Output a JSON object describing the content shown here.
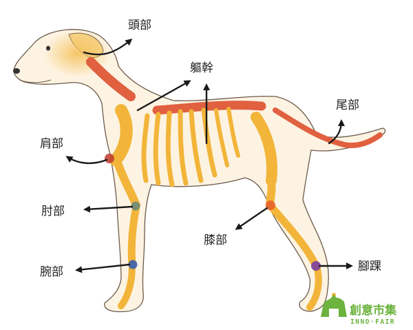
{
  "labels": {
    "head": "頭部",
    "trunk": "軀幹",
    "tail": "尾部",
    "shoulder": "肩部",
    "elbow": "肘部",
    "knee": "膝部",
    "wrist": "腕部",
    "ankle": "腳踝"
  },
  "logo": {
    "title": "創意市集",
    "subtitle": "INNO·FAIR"
  },
  "colors": {
    "body_fill": "#fdf3e2",
    "outline": "#6b5a4a",
    "bone": "#f2b53a",
    "spine": "#e06040",
    "joint_shoulder": "#c0392b",
    "joint_elbow": "#6b8a7a",
    "joint_wrist": "#3a5fb0",
    "joint_knee": "#e8622c",
    "joint_ankle": "#7b3fa0",
    "logo_green": "#6cb33f"
  }
}
